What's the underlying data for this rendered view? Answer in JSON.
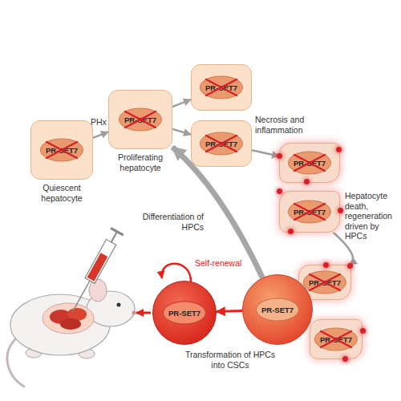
{
  "diagram": {
    "nodes": [
      {
        "text": [
          "PR-SET7",
          "Quiescent hepatocyte"
        ]
      },
      {
        "text": [
          "PR-SET7",
          "Proliferating hepatocyte"
        ]
      },
      {
        "text": [
          "PR-SET7"
        ]
      },
      {
        "text": [
          "PR-SET7"
        ]
      },
      {
        "text": [
          "PR-SET7"
        ]
      },
      {
        "text": [
          "PR-SET7"
        ]
      },
      {
        "text": [
          "PR-SET7"
        ]
      },
      {
        "text": [
          "PR-SET7"
        ]
      },
      {
        "text": [
          "PR-SET7"
        ]
      },
      {
        "text": [
          "PR-SET7"
        ]
      }
    ],
    "edges": [
      {
        "from": 0,
        "to": 1,
        "arrow": "to",
        "label": "PHx"
      },
      {
        "from": 1,
        "to": 2,
        "arrow": "to"
      },
      {
        "from": 1,
        "to": 3,
        "arrow": "to"
      },
      {
        "from": 3,
        "to": 4,
        "arrow": "to",
        "label": "Necrosis and inflammation"
      },
      {
        "from": 5,
        "to": 6,
        "arrow": "to",
        "label": "Hepatocyte death, regeneration driven by HPCs"
      },
      {
        "from": 8,
        "to": 1,
        "arrow": "to",
        "label": "Differentiation of HPCs"
      },
      {
        "from": 8,
        "to": 9,
        "arrow": "to",
        "label": "Transformation of HPCs into CSCs"
      }
    ],
    "labels": [
      "Self-renewal"
    ]
  }
}
